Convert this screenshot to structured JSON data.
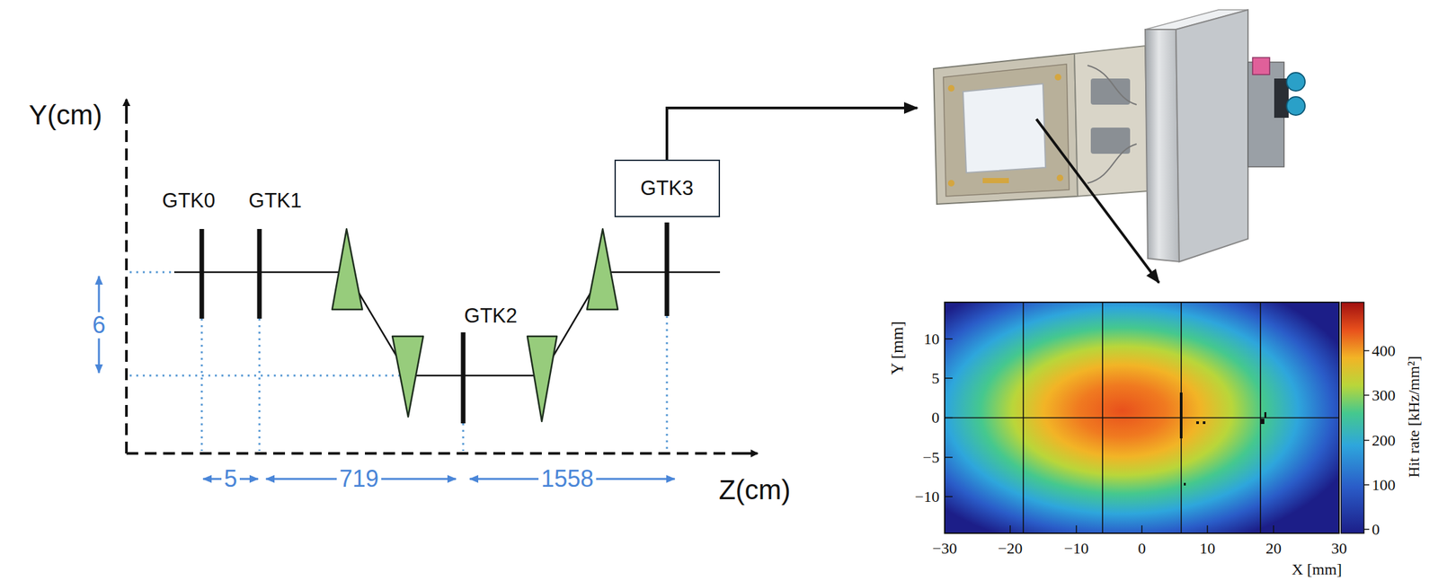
{
  "diagram": {
    "nodes": [
      {
        "text": [
          "GTK3"
        ]
      }
    ],
    "labels": [
      "Y(cm)",
      "Z(cm)",
      "GTK0",
      "GTK1",
      "GTK2",
      "6",
      "5",
      "719",
      "1558",
      "Y [mm]",
      "10",
      "5",
      "0",
      "−5",
      "−10",
      "−30",
      "−20",
      "−10",
      "0",
      "10",
      "20",
      "30",
      "X [mm]",
      "400",
      "300",
      "200",
      "100",
      "0",
      "Hit rate [kHz/mm²]"
    ]
  }
}
